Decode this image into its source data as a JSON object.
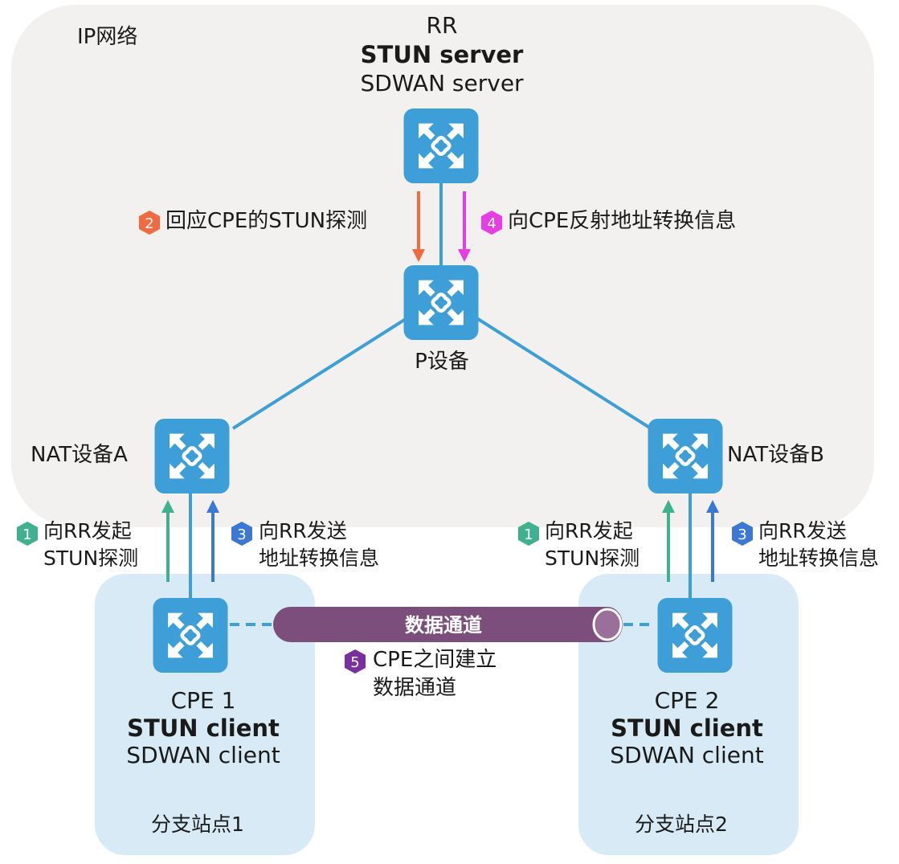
{
  "regions": {
    "ip_network": "IP网络",
    "branch1": "分支站点1",
    "branch2": "分支站点2"
  },
  "devices": {
    "rr": {
      "line1": "RR",
      "line2": "STUN server",
      "line3": "SDWAN server"
    },
    "p": {
      "label": "P设备"
    },
    "nat_a": {
      "label": "NAT设备A"
    },
    "nat_b": {
      "label": "NAT设备B"
    },
    "cpe1": {
      "line1": "CPE 1",
      "line2": "STUN client",
      "line3": "SDWAN client"
    },
    "cpe2": {
      "line1": "CPE 2",
      "line2": "STUN client",
      "line3": "SDWAN client"
    }
  },
  "tunnel": {
    "label": "数据通道"
  },
  "steps": {
    "s1": {
      "num": "1",
      "line1": "向RR发起",
      "line2": "STUN探测"
    },
    "s2": {
      "num": "2",
      "text": "回应CPE的STUN探测"
    },
    "s3": {
      "num": "3",
      "line1": "向RR发送",
      "line2": "地址转换信息"
    },
    "s4": {
      "num": "4",
      "text": "向CPE反射地址转换信息"
    },
    "s5": {
      "num": "5",
      "line1": "CPE之间建立",
      "line2": "数据通道"
    }
  },
  "colors": {
    "device": "#3d9ed8",
    "device_glyph": "#ffffff",
    "network_bg": "#f2f1f0",
    "branch_bg": "#d7eaf6",
    "step1": "#3fb18f",
    "step2": "#f26a3f",
    "step3": "#3a78d4",
    "step4": "#e83de4",
    "step5": "#7a2f9e",
    "tunnel": "#7b4e7b",
    "link": "#3d9ed8"
  }
}
